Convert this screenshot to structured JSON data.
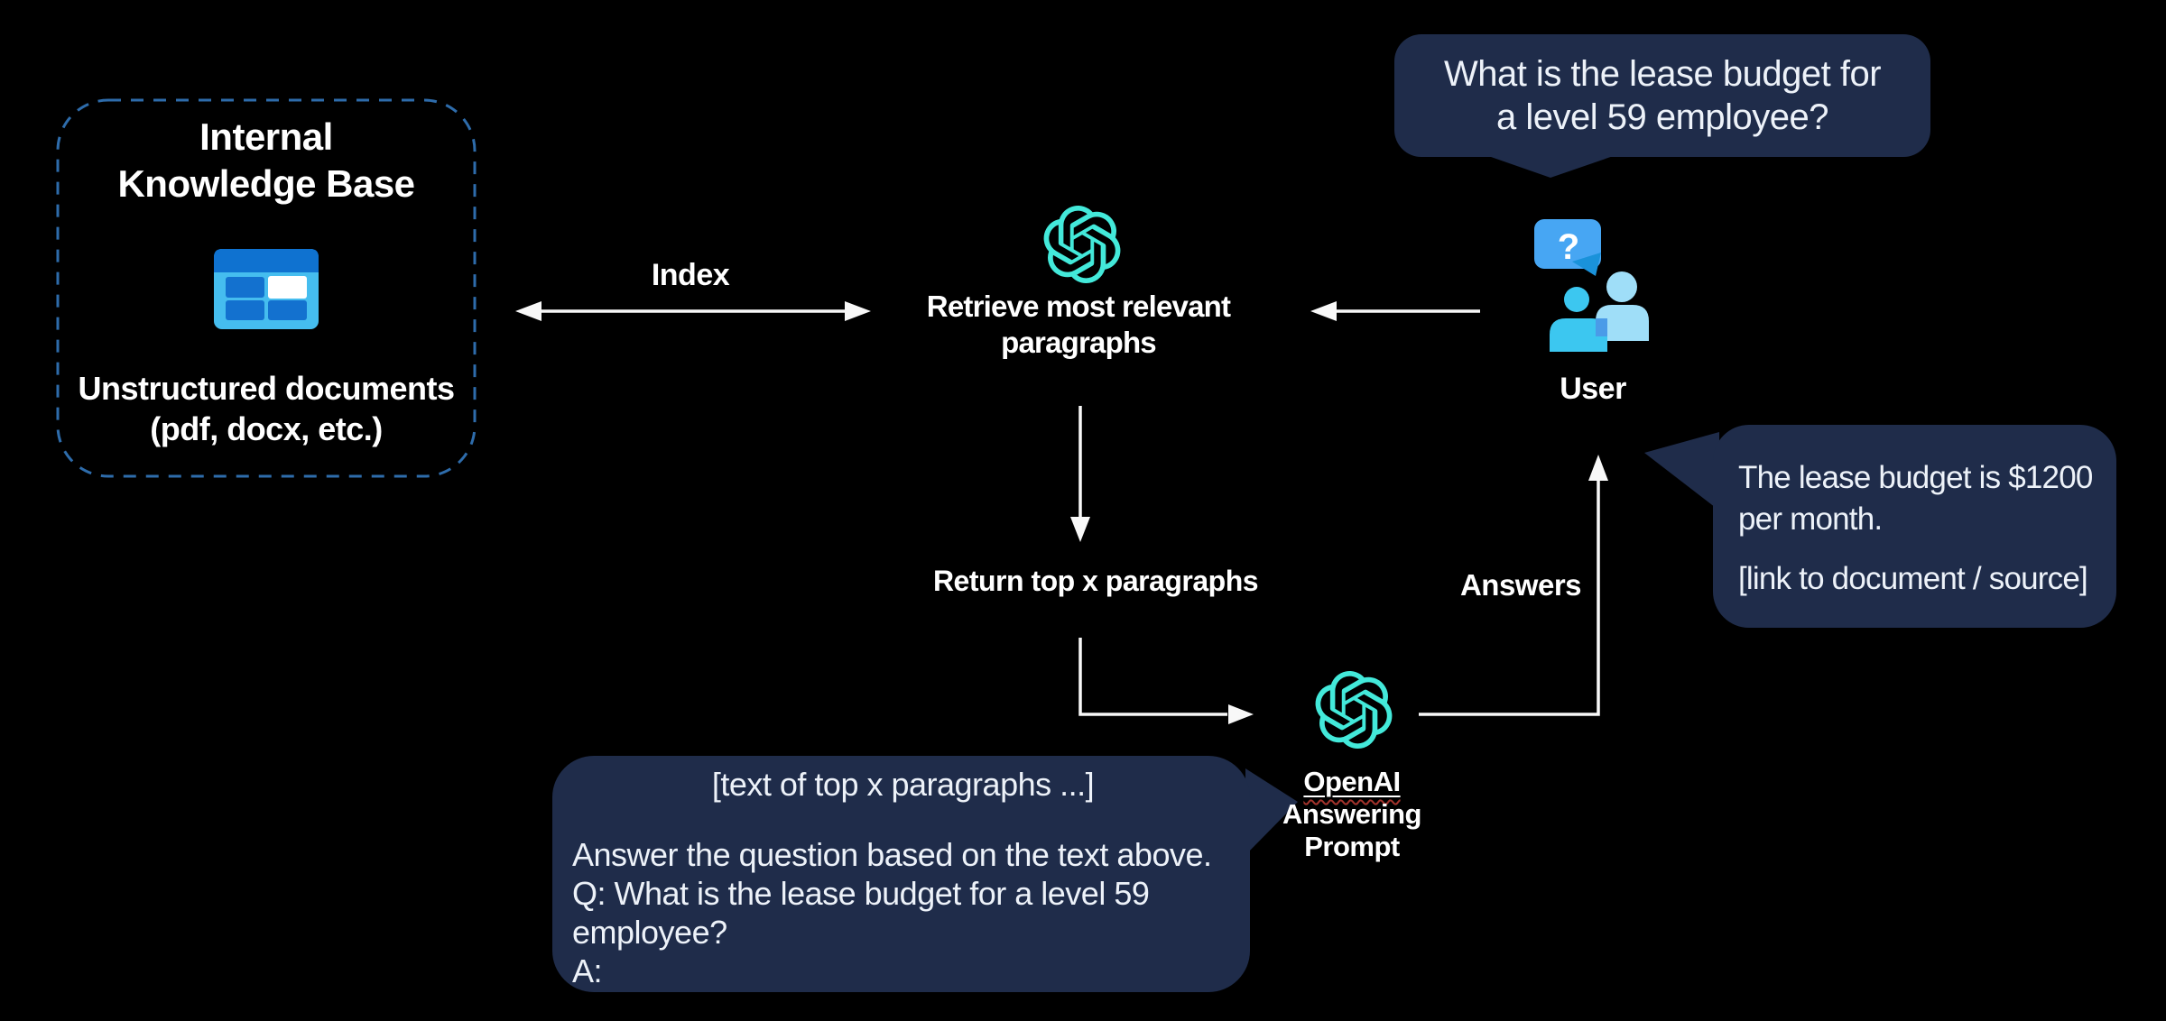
{
  "colors": {
    "background": "#000000",
    "bubble_fill": "#1f2c4a",
    "accent_cyan": "#43e9da",
    "dashed_border_blue": "#2e6cab",
    "arrow_white": "#f8f8f8",
    "kb_icon_header_blue": "#0f72d0",
    "kb_icon_body_blue": "#45bdef",
    "kb_icon_cell_blue": "#1371cf",
    "user_icon_bubble_blue": "#47a6f3",
    "user_icon_front_cyan": "#3cc7f0",
    "user_icon_back_cyan": "#9fdef8"
  },
  "knowledge_base": {
    "icon": "table-document-icon",
    "title_line1": "Internal",
    "title_line2": "Knowledge Base",
    "caption_line1": "Unstructured documents",
    "caption_line2": "(pdf, docx, etc.)"
  },
  "retrieve_node": {
    "icon": "openai-logo-icon",
    "label_line1": "Retrieve most relevant",
    "label_line2": "paragraphs"
  },
  "user_node": {
    "icon": "user-question-icon",
    "question_mark": "?",
    "label": "User"
  },
  "openai_node": {
    "icon": "openai-logo-icon",
    "label_line1": "OpenAI",
    "label_line2": "Answering",
    "label_line3": "Prompt"
  },
  "arrows": {
    "index_label": "Index",
    "return_label": "Return top x paragraphs",
    "answers_label": "Answers"
  },
  "bubbles": {
    "question": {
      "line1": "What is the lease budget for",
      "line2": "a level 59 employee?"
    },
    "answer": {
      "line1": "The lease budget is $1200",
      "line2": "per month.",
      "line3": "[link to document / source]"
    },
    "prompt": {
      "header": "[text of top x paragraphs ...]",
      "line1": "Answer the question based on the text above.",
      "line2": "Q: What is the lease budget for a level 59",
      "line3": "employee?",
      "line4": "A:"
    }
  }
}
